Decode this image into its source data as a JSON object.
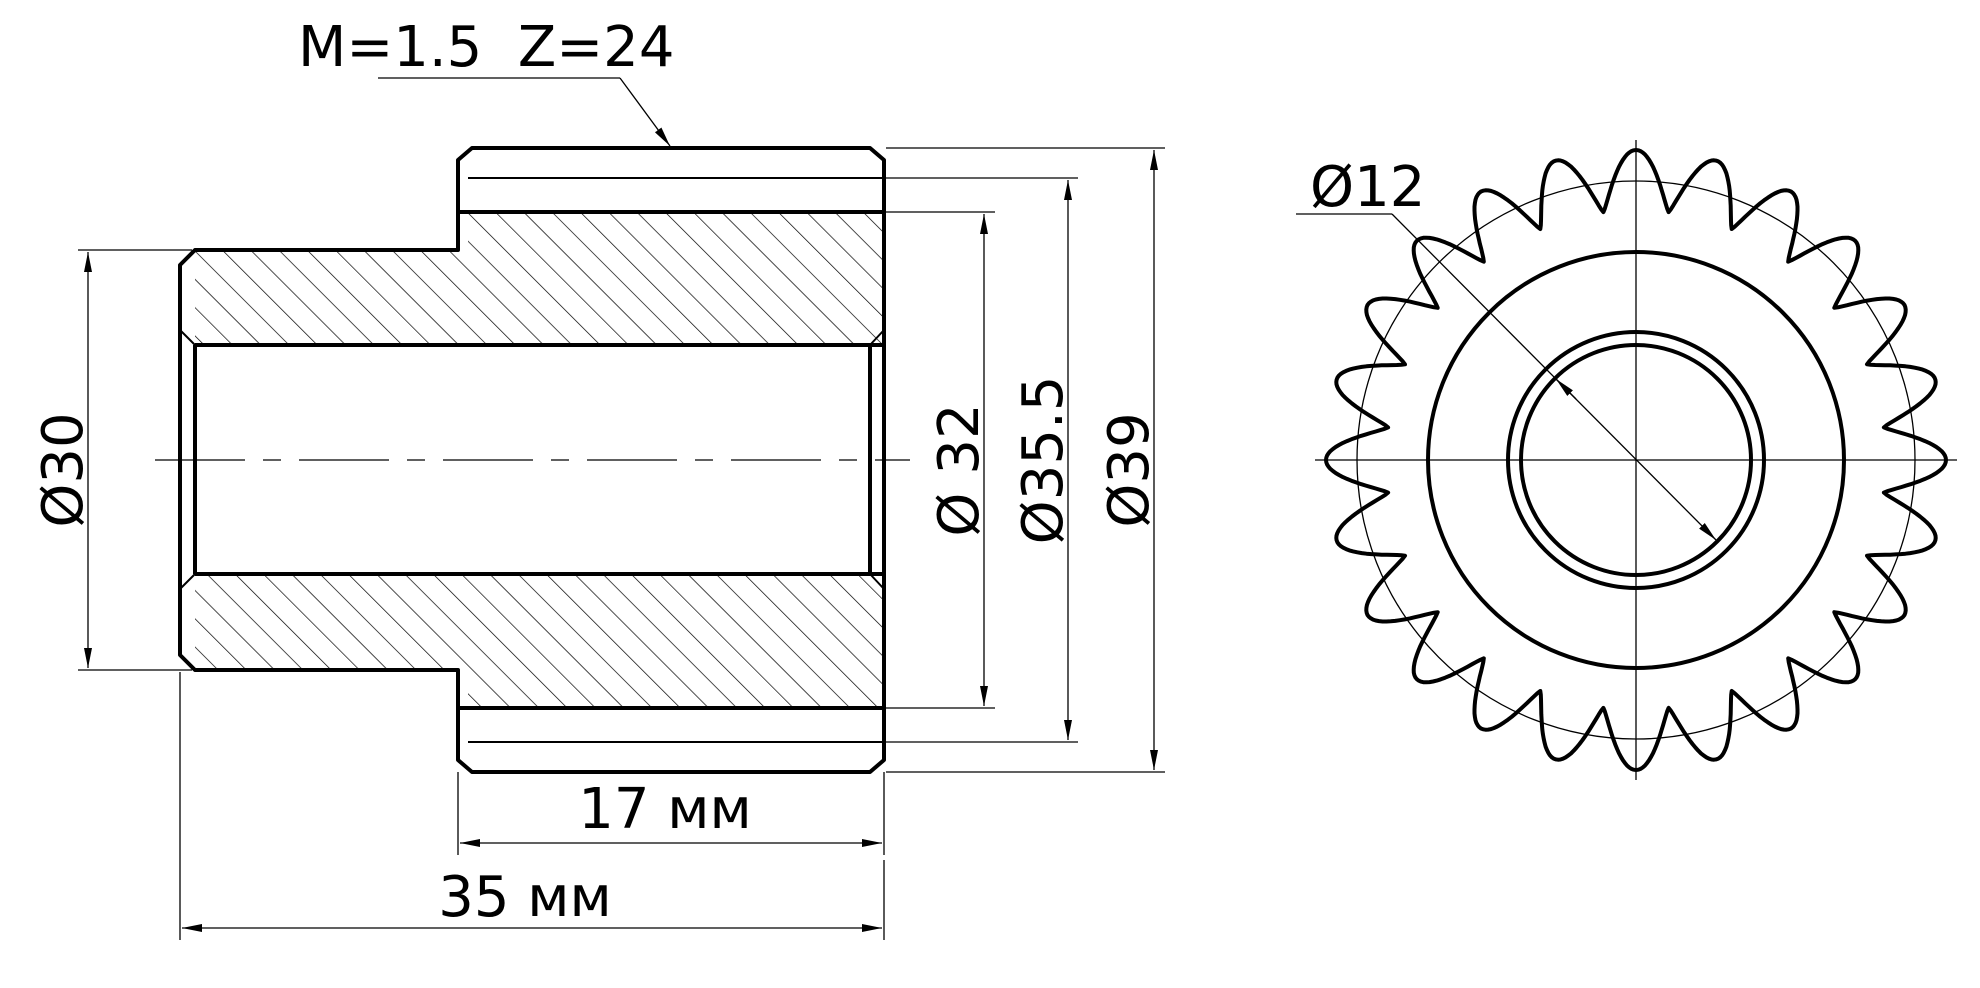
{
  "gear_spec": "M=1.5  Z=24",
  "dimensions": {
    "d30": "Ø30",
    "d32": "Ø 32",
    "d35_5": "Ø35.5",
    "d39": "Ø39",
    "d12": "Ø12",
    "len17": "17 мм",
    "len35": "35 мм"
  },
  "end_view": {
    "tooth_count": 24
  }
}
